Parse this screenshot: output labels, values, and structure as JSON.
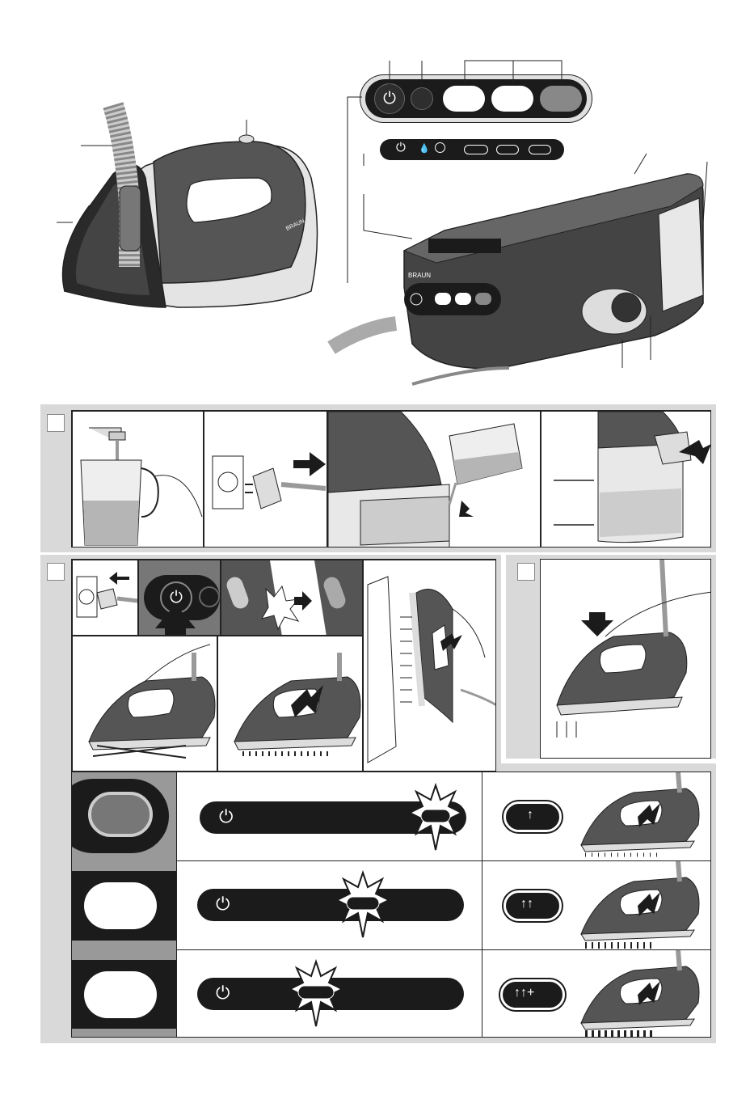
{
  "brand": {
    "logo_text": "BRAUN"
  },
  "colors": {
    "iron_body": "#555555",
    "iron_dark": "#2a2a2a",
    "panel_gray": "#d9d9d9",
    "outline": "#222222",
    "water": "#b5b5b5"
  },
  "overview": {
    "control_panel_buttons": [
      "power-icon",
      "decalc-icon",
      "steam-level-1-button",
      "steam-level-2-button",
      "steam-level-3-button"
    ],
    "indicator_strip_icons": [
      "power-icon",
      "water-drop-icon",
      "decalc-icon",
      "steam-plus-icon",
      "steam-double-icon",
      "steam-single-icon"
    ]
  },
  "sections": {
    "filling_steps": 4,
    "operation_steps": 5,
    "steam_settings": [
      {
        "level": 1,
        "indicator_icon": "steam-single-icon",
        "button_style": "dark"
      },
      {
        "level": 2,
        "indicator_icon": "steam-double-icon",
        "button_style": "light"
      },
      {
        "level": 3,
        "indicator_icon": "steam-plus-icon",
        "button_style": "light"
      }
    ]
  }
}
